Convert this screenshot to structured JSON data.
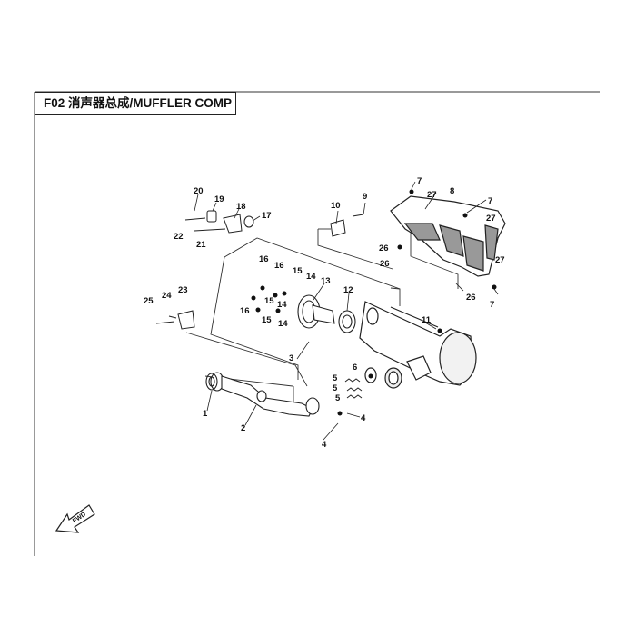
{
  "title": "F02 消声器总成/MUFFLER COMP",
  "fwd_label": "FWD",
  "callouts": [
    "1",
    "2",
    "3",
    "4",
    "4",
    "5",
    "5",
    "5",
    "6",
    "7",
    "7",
    "7",
    "8",
    "9",
    "10",
    "11",
    "12",
    "13",
    "14",
    "14",
    "14",
    "15",
    "15",
    "15",
    "16",
    "16",
    "16",
    "17",
    "18",
    "19",
    "20",
    "21",
    "22",
    "23",
    "24",
    "25",
    "26",
    "26",
    "26",
    "27",
    "27",
    "27"
  ]
}
